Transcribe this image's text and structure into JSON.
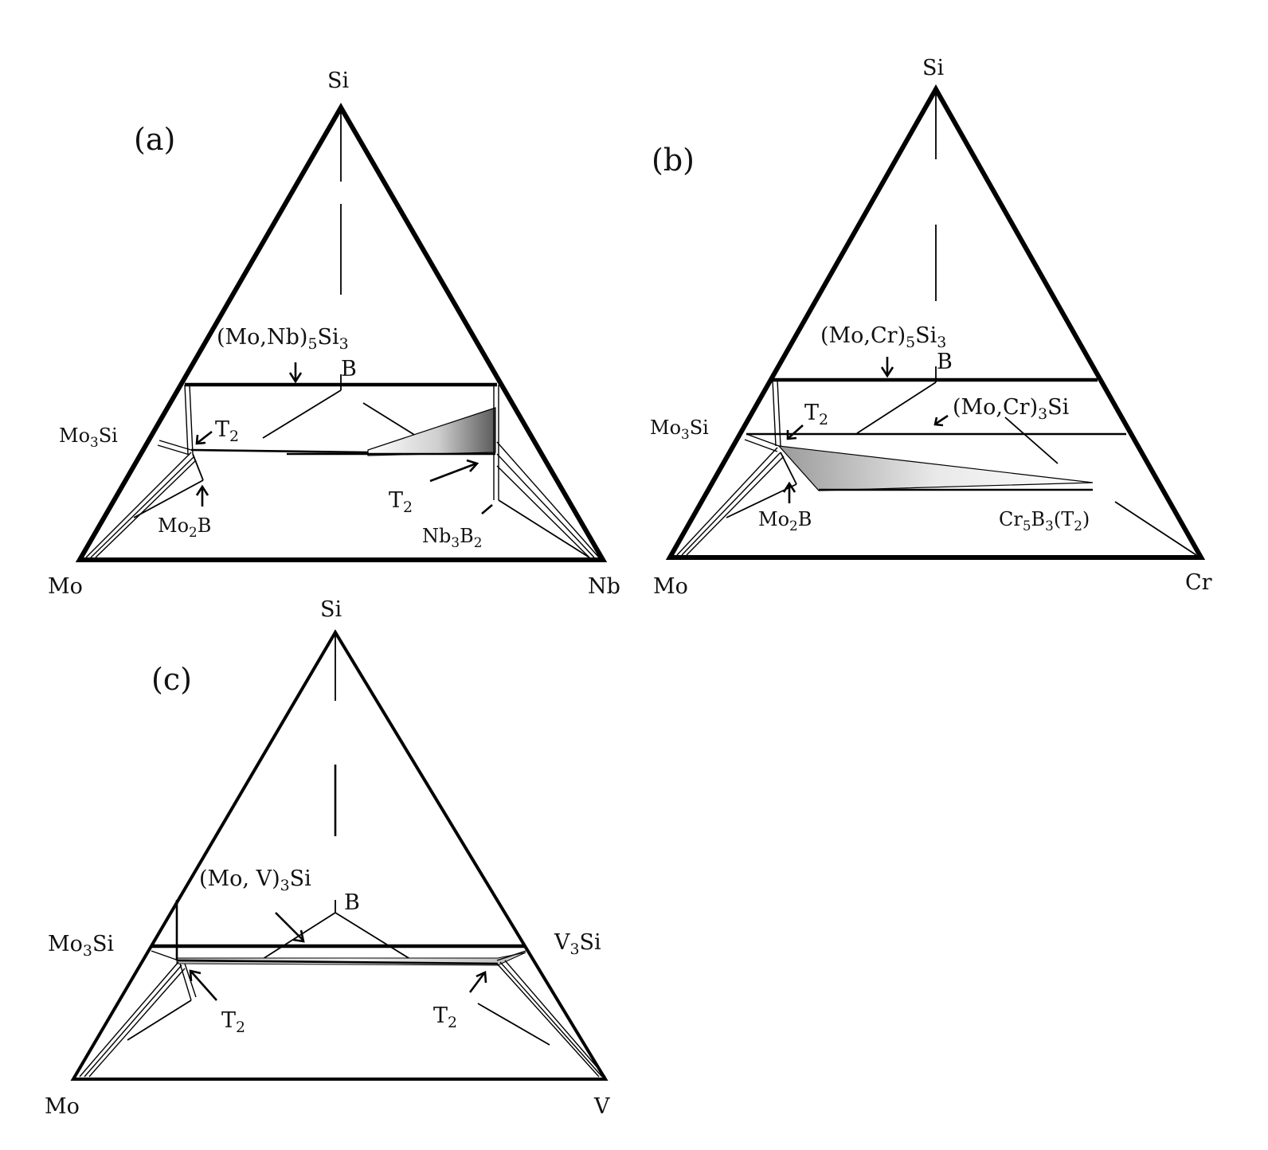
{
  "panels": {
    "a": {
      "label": "(a)",
      "vertices": {
        "top": "Si",
        "left": "Mo",
        "right": "Nb"
      },
      "labels": {
        "silicide": "(Mo,Nb)5Si3",
        "boron": "B",
        "mo3si": "Mo3Si",
        "t2_left": "T2",
        "t2_right": "T2",
        "mo2b": "Mo2B",
        "nb3b2": "Nb3B2"
      }
    },
    "b": {
      "label": "(b)",
      "vertices": {
        "top": "Si",
        "left": "Mo",
        "right": "Cr"
      },
      "labels": {
        "silicide": "(Mo,Cr)5Si3",
        "boron": "B",
        "mo3si": "Mo3Si",
        "t2": "T2",
        "cr3si": "(Mo,Cr)3Si",
        "mo2b": "Mo2B",
        "cr5b3": "Cr5B3(T2)"
      }
    },
    "c": {
      "label": "(c)",
      "vertices": {
        "top": "Si",
        "left": "Mo",
        "right": "V"
      },
      "labels": {
        "silicide": "(Mo, V)3Si",
        "boron": "B",
        "mo3si": "Mo3Si",
        "v3si": "V3Si",
        "t2_left": "T2",
        "t2_right": "T2"
      }
    }
  }
}
